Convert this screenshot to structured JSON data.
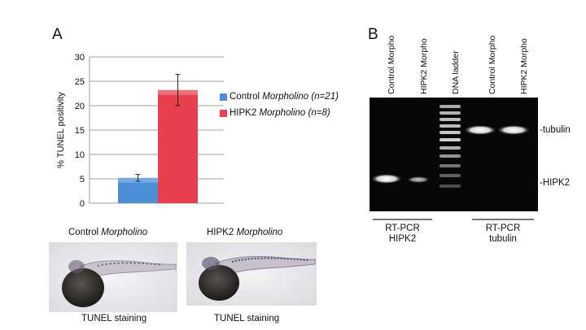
{
  "panel_a": {
    "letter": "A"
  },
  "panel_b": {
    "letter": "B"
  },
  "chart_data": {
    "type": "bar",
    "ylabel": "% TUNEL positivity",
    "ylim": [
      0,
      30
    ],
    "yticks": [
      "0",
      "5",
      "10",
      "15",
      "20",
      "25",
      "30"
    ],
    "grid": true,
    "legend_position": "right",
    "series": [
      {
        "name": "Control Morpholino (n=21)",
        "name_plain": "Control ",
        "name_italic": "Morpholino (n=21)",
        "value": 5.2,
        "error": 0.7,
        "color": "#4a8fd8"
      },
      {
        "name": "HIPK2 Morpholino (n=8)",
        "name_plain": "HIPK2 ",
        "name_italic": "Morpholino (n=8)",
        "value": 23.2,
        "error": 3.2,
        "color": "#e8404e"
      }
    ]
  },
  "micrographs": [
    {
      "title_plain": "Control ",
      "title_italic": "Morpholino",
      "caption": "TUNEL staining"
    },
    {
      "title_plain": "HIPK2 ",
      "title_italic": "Morpholino",
      "caption": "TUNEL staining"
    }
  ],
  "gel": {
    "lanes": [
      "Control Morpho",
      "HIPK2 Morpho",
      "DNA ladder",
      "Control Morpho",
      "HIPK2 Morpho"
    ],
    "band_labels": {
      "tubulin": "tubulin",
      "hipk2": "HIPK2"
    },
    "groups": [
      {
        "line1": "RT-PCR",
        "line2": "HIPK2"
      },
      {
        "line1": "RT-PCR",
        "line2": "tubulin"
      }
    ]
  }
}
